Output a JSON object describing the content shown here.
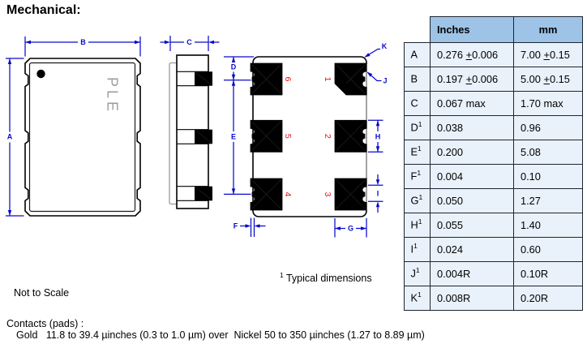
{
  "title": "Mechanical:",
  "drawing": {
    "brand_text": "PLE",
    "dim_labels": {
      "A": "A",
      "B": "B",
      "C": "C",
      "D": "D",
      "E": "E",
      "F": "F",
      "G": "G",
      "H": "H",
      "I": "I",
      "J": "J",
      "K": "K"
    },
    "pad_numbers": {
      "p1": "1",
      "p2": "2",
      "p3": "3",
      "p4": "4",
      "p5": "5",
      "p6": "6"
    },
    "colors": {
      "dimension_blue": "#0a0acc",
      "pad_number_red": "#ef1111",
      "brand_gray": "#9c9c9c"
    }
  },
  "table": {
    "headers": {
      "inches": "Inches",
      "mm": "mm"
    },
    "rows": [
      {
        "dim": "A",
        "sup": "",
        "inch_pre": "0.276 ",
        "inch_plus": "+",
        "inch_post": "0.006",
        "mm_pre": "7.00 ",
        "mm_plus": "+",
        "mm_post": "0.15"
      },
      {
        "dim": "B",
        "sup": "",
        "inch_pre": "0.197 ",
        "inch_plus": "+",
        "inch_post": "0.006",
        "mm_pre": "5.00 ",
        "mm_plus": "+",
        "mm_post": "0.15"
      },
      {
        "dim": "C",
        "sup": "",
        "inch_pre": "0.067 max",
        "inch_plus": "",
        "inch_post": "",
        "mm_pre": "1.70 max",
        "mm_plus": "",
        "mm_post": ""
      },
      {
        "dim": "D",
        "sup": "1",
        "inch_pre": "0.038",
        "inch_plus": "",
        "inch_post": "",
        "mm_pre": "0.96",
        "mm_plus": "",
        "mm_post": ""
      },
      {
        "dim": "E",
        "sup": "1",
        "inch_pre": "0.200",
        "inch_plus": "",
        "inch_post": "",
        "mm_pre": "5.08",
        "mm_plus": "",
        "mm_post": ""
      },
      {
        "dim": "F",
        "sup": "1",
        "inch_pre": "0.004",
        "inch_plus": "",
        "inch_post": "",
        "mm_pre": "0.10",
        "mm_plus": "",
        "mm_post": ""
      },
      {
        "dim": "G",
        "sup": "1",
        "inch_pre": "0.050",
        "inch_plus": "",
        "inch_post": "",
        "mm_pre": "1.27",
        "mm_plus": "",
        "mm_post": ""
      },
      {
        "dim": "H",
        "sup": "1",
        "inch_pre": "0.055",
        "inch_plus": "",
        "inch_post": "",
        "mm_pre": "1.40",
        "mm_plus": "",
        "mm_post": ""
      },
      {
        "dim": "I",
        "sup": "1",
        "inch_pre": "0.024",
        "inch_plus": "",
        "inch_post": "",
        "mm_pre": "0.60",
        "mm_plus": "",
        "mm_post": ""
      },
      {
        "dim": "J",
        "sup": "1",
        "inch_pre": "0.004R",
        "inch_plus": "",
        "inch_post": "",
        "mm_pre": "0.10R",
        "mm_plus": "",
        "mm_post": ""
      },
      {
        "dim": "K",
        "sup": "1",
        "inch_pre": "0.008R",
        "inch_plus": "",
        "inch_post": "",
        "mm_pre": "0.20R",
        "mm_plus": "",
        "mm_post": ""
      }
    ]
  },
  "notes": {
    "typical_sup": "1",
    "typical": " Typical dimensions",
    "not_to_scale": "Not to Scale",
    "contacts_title": "Contacts (pads) :",
    "contacts_detail": "Gold   11.8 to 39.4 µinches (0.3 to 1.0 µm) over  Nickel 50 to 350 µinches (1.27 to 8.89 µm)"
  }
}
